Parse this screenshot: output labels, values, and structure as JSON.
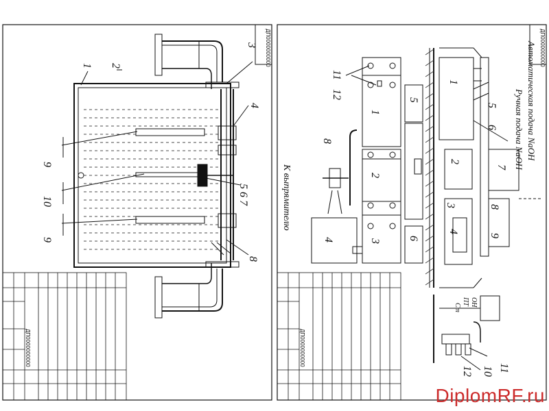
{
  "watermark": "DiplomRF.ru",
  "left_sheet": {
    "stamp": "ДП0000000000",
    "title_block_code": "ДП0000000000",
    "callouts": [
      "1",
      "2",
      "3",
      "4",
      "9",
      "10",
      "9",
      "5 6 7",
      "8"
    ]
  },
  "right_sheet": {
    "stamp": "ДП0000000000",
    "title_block_code": "ДП0000000000",
    "direction_label": "К выпрямителю",
    "annotations": [
      "Автоматическая подача NaOH",
      "Ручная подача NaOH"
    ],
    "callouts_plan": [
      "1",
      "2",
      "3",
      "4",
      "8",
      "11",
      "12",
      "5",
      "6"
    ],
    "callouts_section": [
      "1",
      "2",
      "3",
      "4",
      "5",
      "6",
      "7",
      "8",
      "9"
    ],
    "callouts_detail": [
      "11",
      "10",
      "12"
    ],
    "detail_labels": [
      "ОН",
      "ПТ",
      "Ст"
    ]
  },
  "colors": {
    "line": "#111111",
    "hatch": "#333333",
    "watermark": "#cc2b2b"
  }
}
